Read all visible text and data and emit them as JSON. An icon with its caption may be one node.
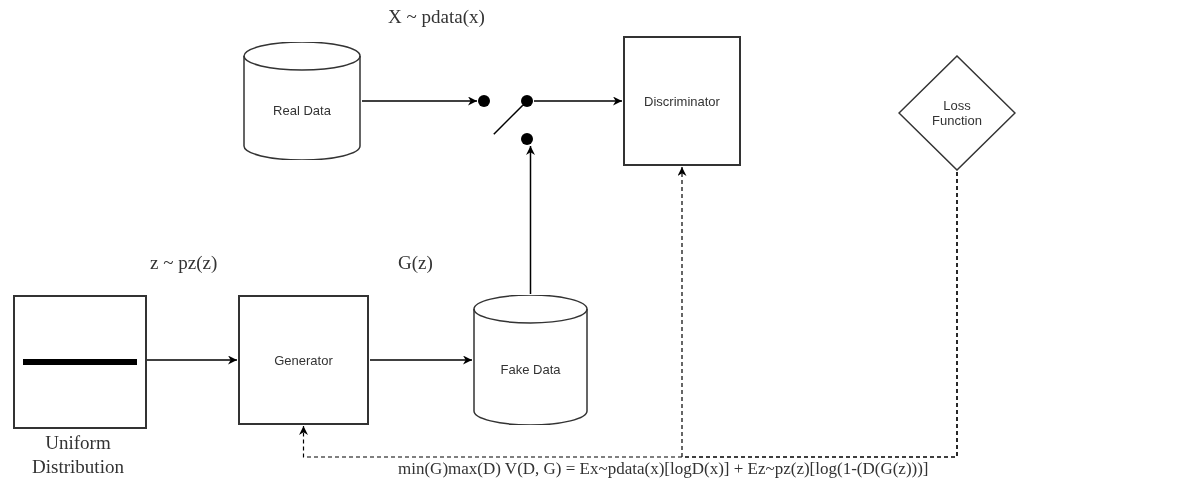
{
  "diagram": {
    "nodes": [
      {
        "text": [
          "Real Data"
        ]
      },
      {
        "text": [],
        "shape": "circle"
      },
      {
        "text": [],
        "shape": "circle"
      },
      {
        "text": [],
        "shape": "circle"
      },
      {
        "text": [
          "Discriminator"
        ]
      },
      {
        "text": [
          "Loss Function"
        ]
      },
      {
        "text": [
          "Uniform Distribution"
        ]
      },
      {
        "text": [
          "Generator"
        ]
      },
      {
        "text": [
          "Fake Data"
        ]
      }
    ],
    "edges": [
      {
        "from": 0,
        "to": 1,
        "arrow": "to",
        "label": "X ~ pdata(x)"
      },
      {
        "from": 2,
        "to": 4,
        "arrow": "to"
      },
      {
        "from": 8,
        "to": 3,
        "arrow": "to"
      },
      {
        "from": 6,
        "to": 7,
        "arrow": "to",
        "label": "z ~ pz(z)"
      },
      {
        "from": 7,
        "to": 8,
        "arrow": "to",
        "label": "G(z)"
      },
      {
        "from": 5,
        "to": 4,
        "arrow": "to",
        "style": "dashed"
      },
      {
        "from": 5,
        "to": 7,
        "arrow": "to",
        "style": "dashed"
      },
      {
        "from": 2,
        "to": null,
        "arrow": "none"
      }
    ],
    "labels": [
      "min(G)max(D) V(D, G) = Ex~pdata(x)[logD(x)] + Ez~pz(z)[log(1-(D(G(z)))]"
    ]
  }
}
